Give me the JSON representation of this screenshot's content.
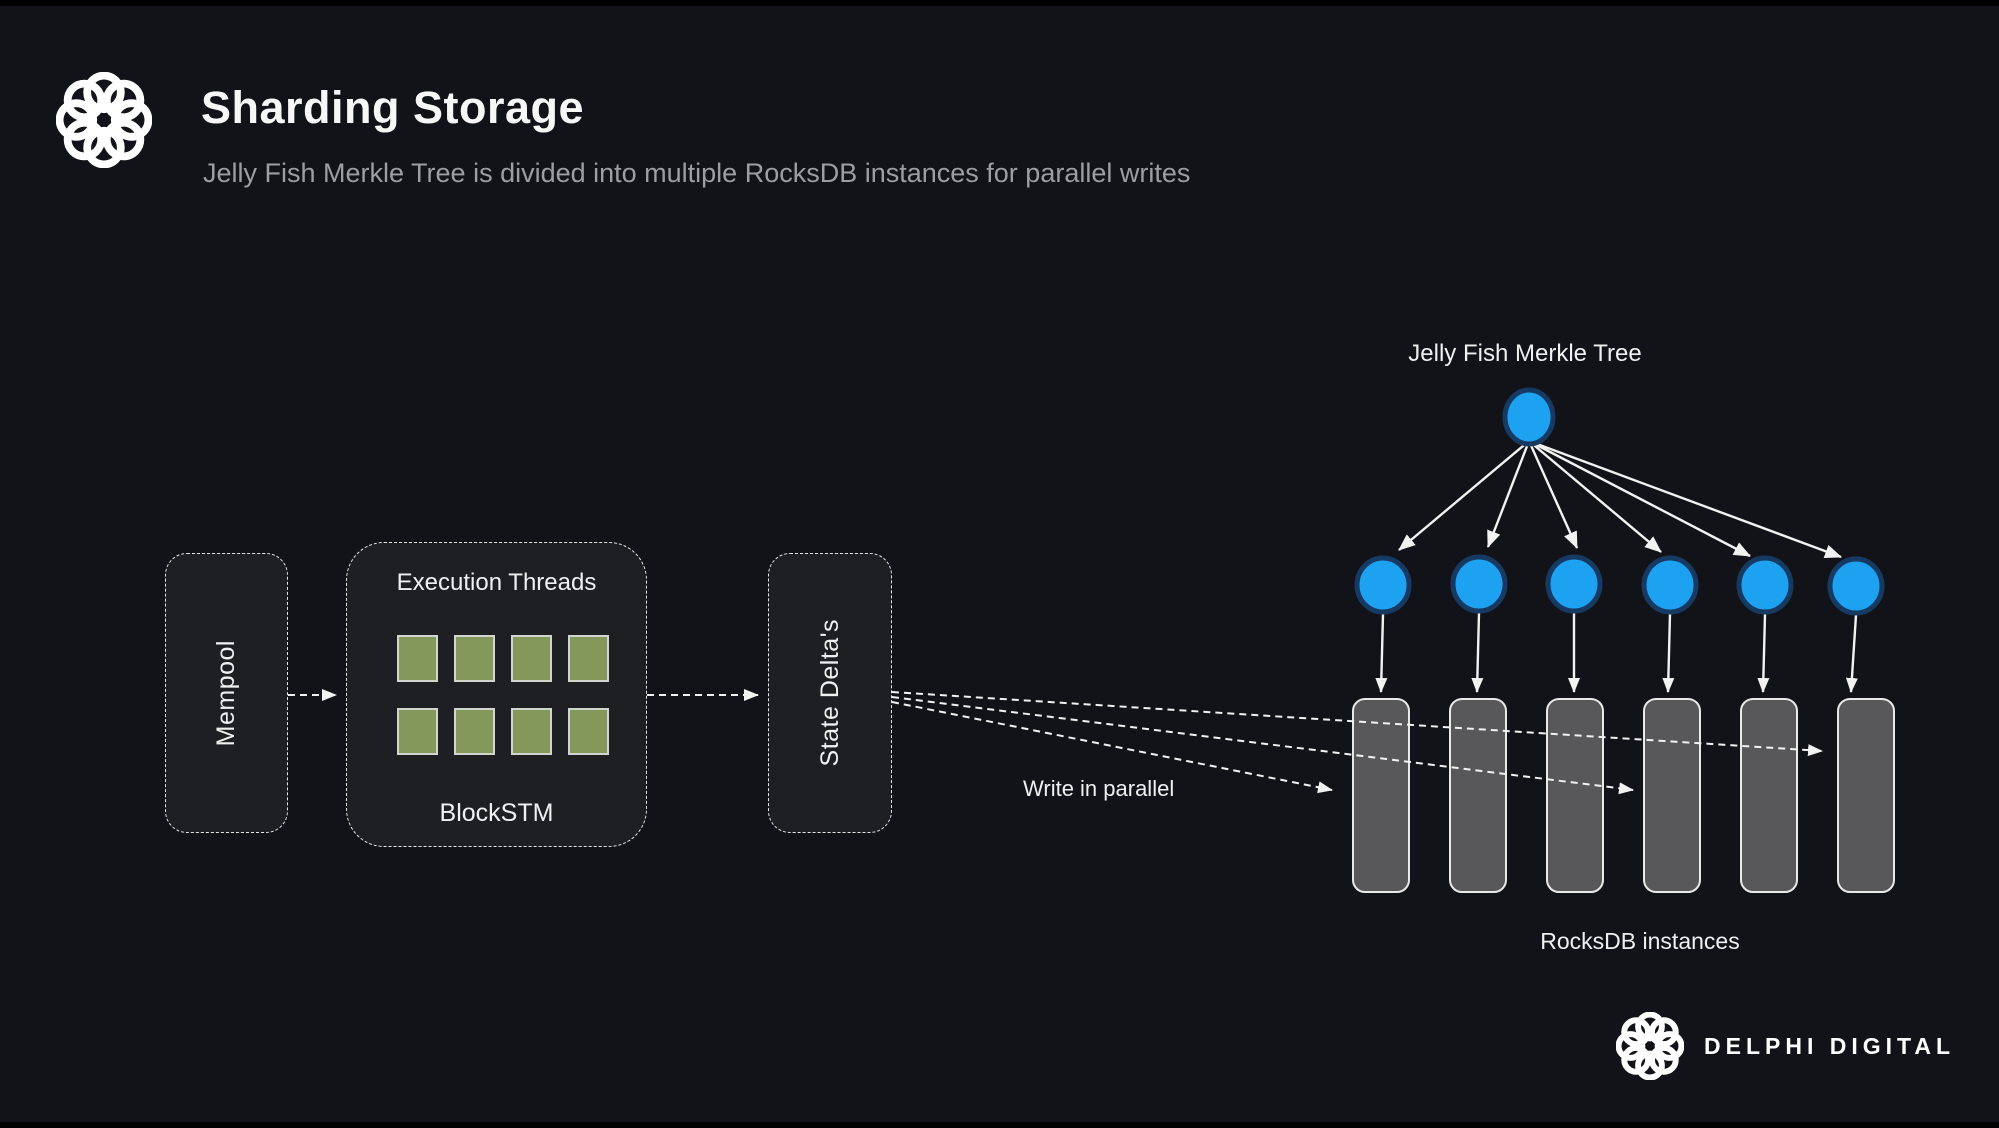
{
  "header": {
    "title": "Sharding Storage",
    "subtitle": "Jelly Fish Merkle Tree is divided into multiple RocksDB instances for parallel writes"
  },
  "pipeline": {
    "mempool": {
      "label": "Mempool"
    },
    "execution": {
      "title": "Execution Threads",
      "caption": "BlockSTM",
      "thread_count": 8
    },
    "state_deltas": {
      "label": "State Delta's"
    },
    "write_label": "Write in parallel"
  },
  "merkle_tree": {
    "title": "Jelly Fish Merkle Tree",
    "root_nodes": 1,
    "leaf_nodes": 6
  },
  "storage": {
    "label": "RocksDB instances",
    "instances": 6
  },
  "brand": {
    "wordmark": "DELPHI DIGITAL"
  },
  "colors": {
    "background": "#121318",
    "edge-strip": "#000000",
    "panel-fill": "#1d1f23",
    "panel-border": "#e6e6e6",
    "thread-green": "#85985c",
    "thread-border": "#d2d5cf",
    "node-blue": "#1da2f1",
    "node-border": "#173a63",
    "db-fill": "#58585b",
    "db-border": "#e9e9e9",
    "arrow": "#f2f2f2",
    "title-text": "#f7f7f7",
    "subtitle-text": "#9e9ea2",
    "label-text": "#f0f0f0"
  }
}
